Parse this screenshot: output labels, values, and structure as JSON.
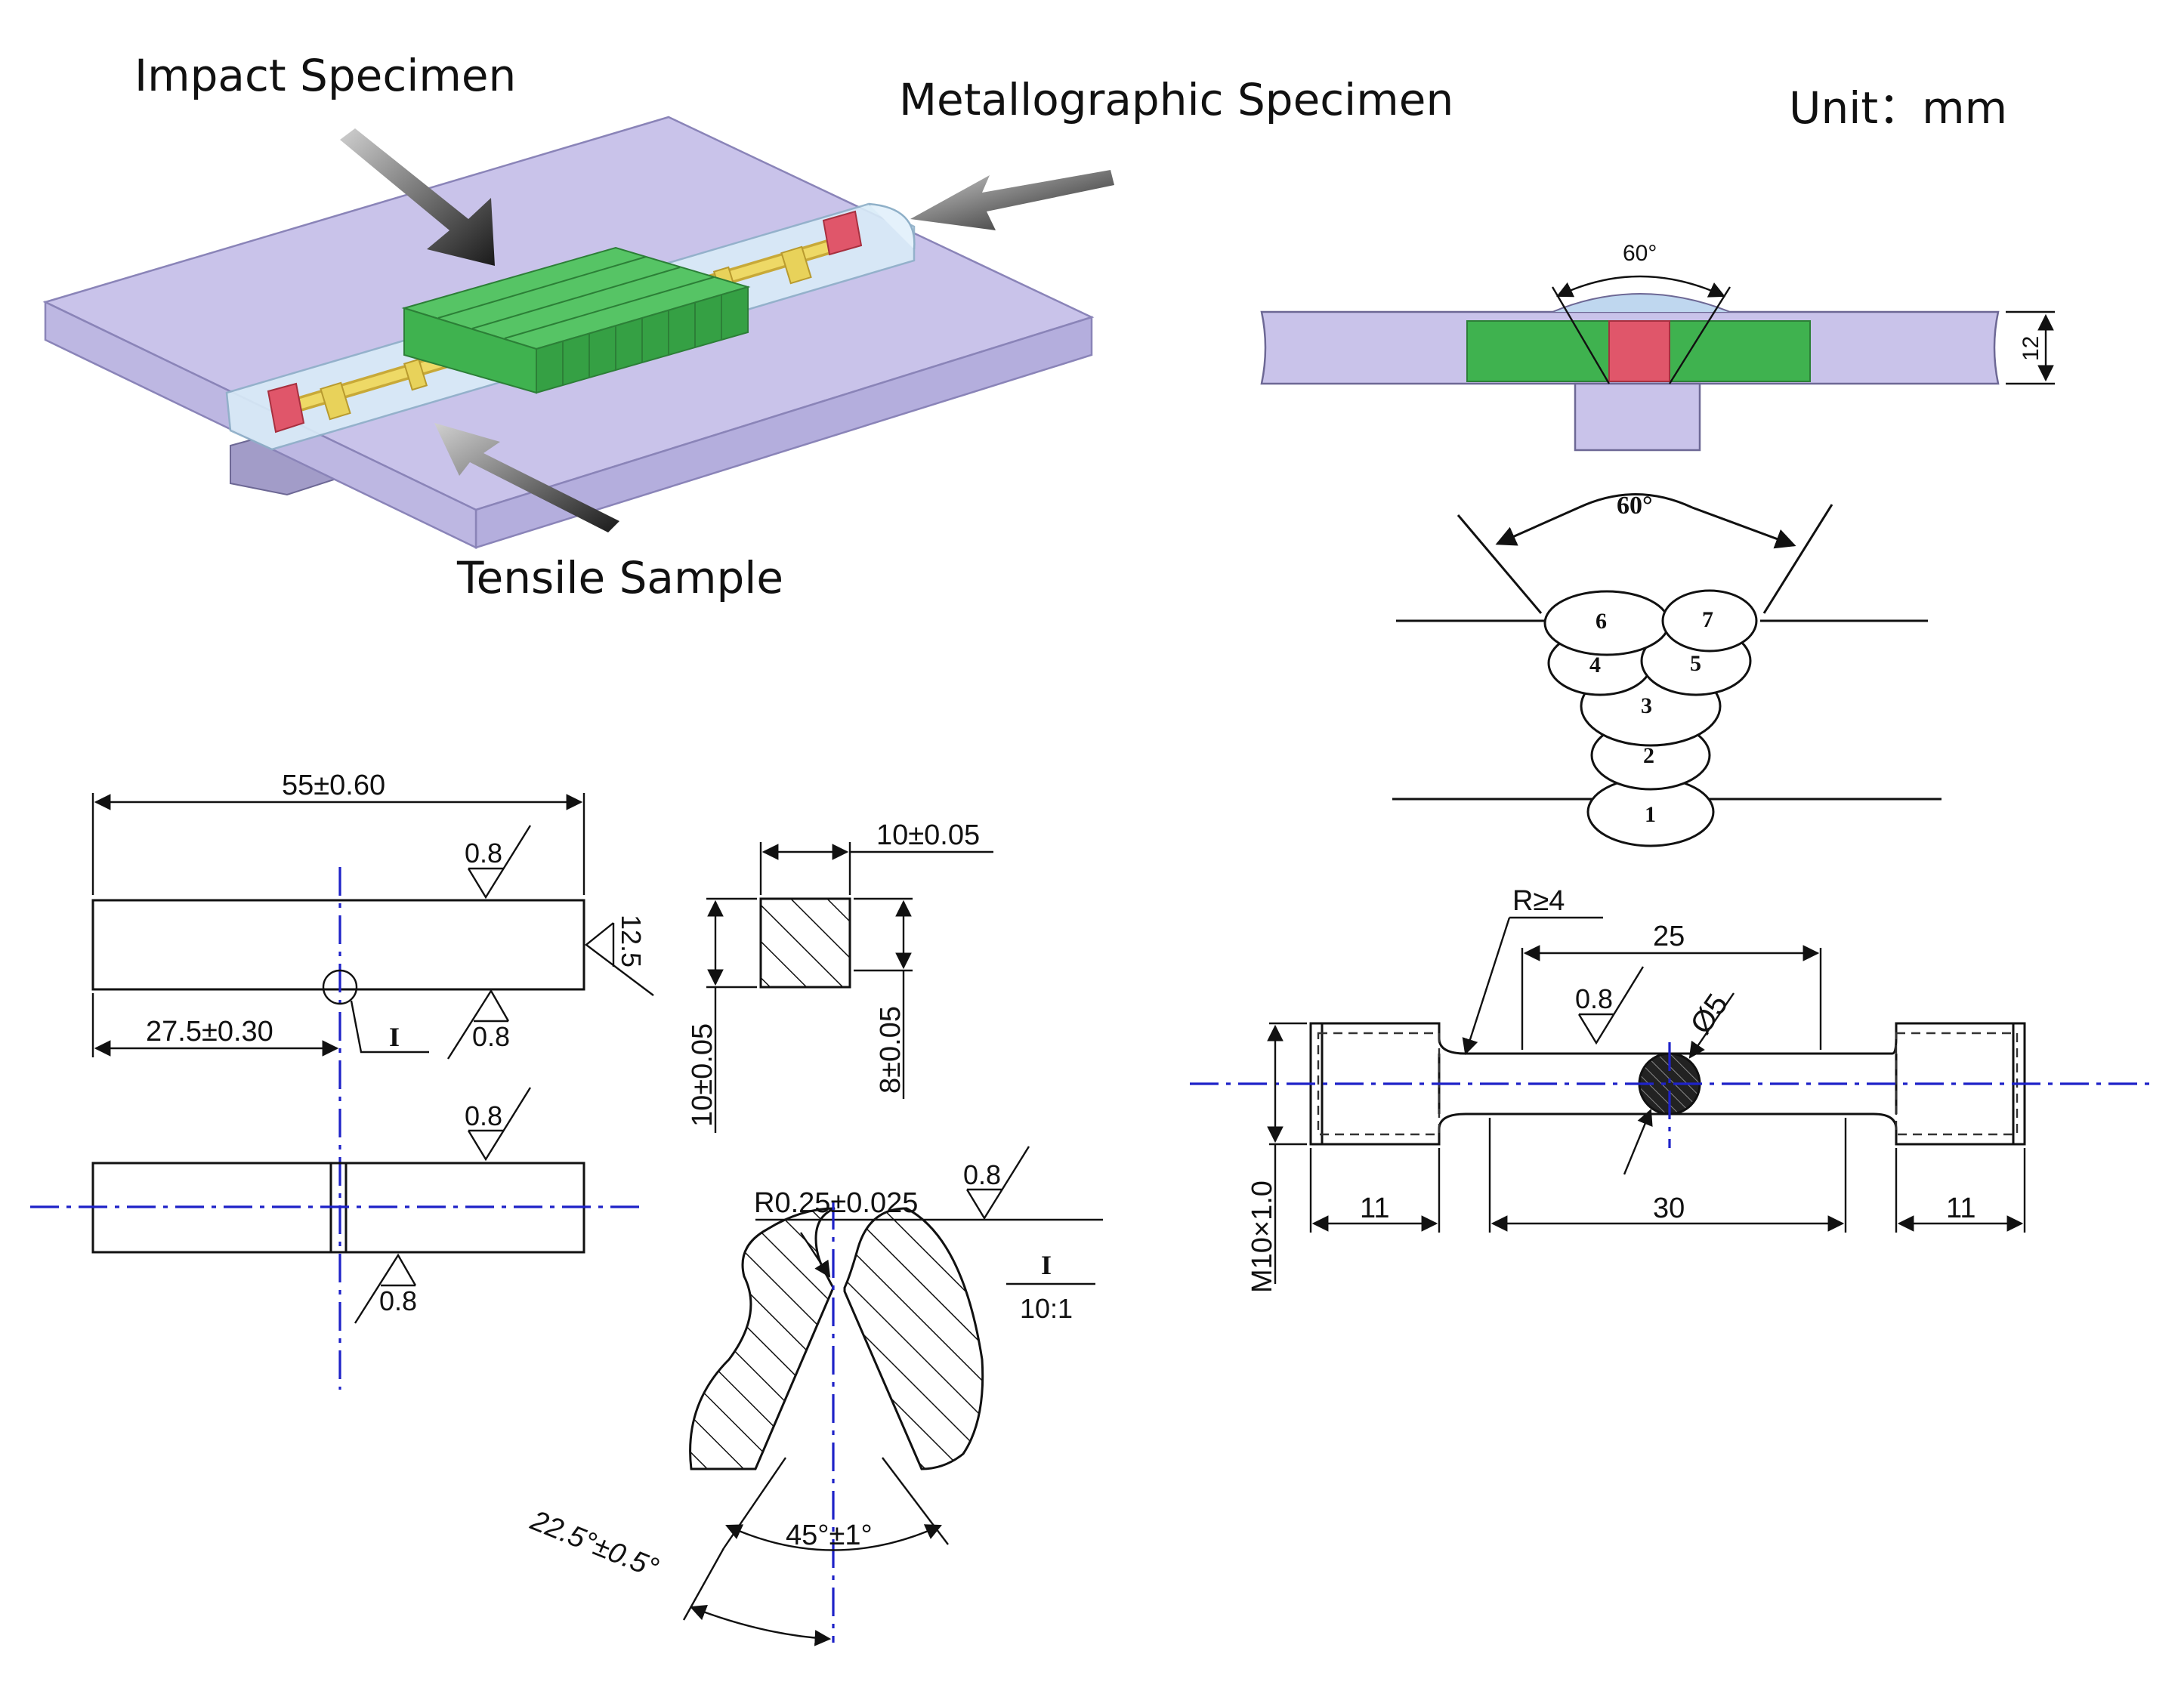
{
  "labels": {
    "impact_specimen": "Impact Specimen",
    "metallographic_specimen": "Metallographic Specimen",
    "tensile_sample": "Tensile Sample",
    "unit": "Unit：mm"
  },
  "groove": {
    "angle_top": "60°",
    "thickness": "12",
    "angle_passes": "60°",
    "passes": [
      "1",
      "2",
      "3",
      "4",
      "5",
      "6",
      "7"
    ]
  },
  "impact": {
    "length": "55±0.60",
    "half_length": "27.5±0.30",
    "height": "12.5",
    "roughness": [
      "0.8",
      "0.8",
      "0.8",
      "0.8"
    ],
    "detail_ref": "I",
    "width": "10±0.05",
    "section_height": "10±0.05",
    "ligament": "8±0.05",
    "notch_radius": "R0.25±0.025",
    "notch_roughness": "0.8",
    "detail_scale_ref": "I",
    "detail_scale": "10:1",
    "notch_angle": "45°±1°",
    "half_angle": "22.5°±0.5°"
  },
  "tensile": {
    "fillet": "R≥4",
    "parallel_length": "25",
    "roughness": "0.8",
    "diameter": "Ø5",
    "thread": "M10×1.0",
    "end_left": "11",
    "gauge": "30",
    "end_right": "11"
  },
  "colors": {
    "plate": "#c9c3ea",
    "weld_bead": "#d9ecf8",
    "impact_block": "#3fb24f",
    "metallographic_block": "#e0566a",
    "tensile_bar": "#e8d25a",
    "centerline": "#1e22c8"
  }
}
